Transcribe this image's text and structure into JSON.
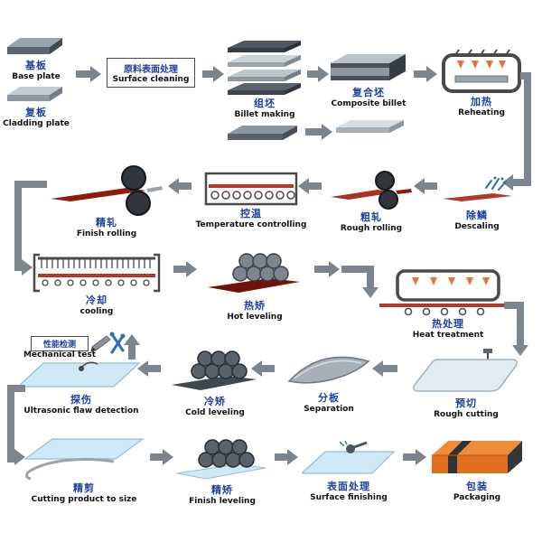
{
  "labels": {
    "base_plate": {
      "zh": "基板",
      "en": "Base plate"
    },
    "cladding_plate": {
      "zh": "复板",
      "en": "Cladding plate"
    },
    "surface_cleaning": {
      "zh": "原料表面处理",
      "en": "Surface cleaning"
    },
    "billet_making": {
      "zh": "组坯",
      "en": "Billet making"
    },
    "composite_billet": {
      "zh": "复合坯",
      "en": "Composite billet"
    },
    "reheating": {
      "zh": "加热",
      "en": "Reheating"
    },
    "descaling": {
      "zh": "除鳞",
      "en": "Descaling"
    },
    "rough_rolling": {
      "zh": "粗轧",
      "en": "Rough rolling"
    },
    "temperature_controlling": {
      "zh": "控温",
      "en": "Temperature controlling"
    },
    "finish_rolling": {
      "zh": "精轧",
      "en": "Finish rolling"
    },
    "cooling": {
      "zh": "冷却",
      "en": "cooling"
    },
    "hot_leveling": {
      "zh": "热矫",
      "en": "Hot leveling"
    },
    "heat_treatment": {
      "zh": "热处理",
      "en": "Heat treatment"
    },
    "mechanical_test": {
      "zh": "性能检测",
      "en": "Mechanical test"
    },
    "ultrasonic_flaw_detection": {
      "zh": "探伤",
      "en": "Ultrasonic flaw detection"
    },
    "cold_leveling": {
      "zh": "冷矫",
      "en": "Cold leveling"
    },
    "separation": {
      "zh": "分板",
      "en": "Separation"
    },
    "rough_cutting": {
      "zh": "预切",
      "en": "Rough cutting"
    },
    "cutting_product_to_size": {
      "zh": "精剪",
      "en": "Cutting product to size"
    },
    "finish_leveling": {
      "zh": "精矫",
      "en": "Finish leveling"
    },
    "surface_finishing": {
      "zh": "表面处理",
      "en": "Surface finishing"
    },
    "packaging": {
      "zh": "包装",
      "en": "Packaging"
    }
  },
  "process_sequence": [
    "base_plate",
    "cladding_plate",
    "surface_cleaning",
    "billet_making",
    "composite_billet",
    "reheating",
    "descaling",
    "rough_rolling",
    "temperature_controlling",
    "finish_rolling",
    "cooling",
    "hot_leveling",
    "heat_treatment",
    "rough_cutting",
    "separation",
    "cold_leveling",
    "ultrasonic_flaw_detection",
    "mechanical_test",
    "cutting_product_to_size",
    "finish_leveling",
    "surface_finishing",
    "packaging"
  ],
  "colors": {
    "hot_plate_red": "#8e1b10",
    "warm_plate_red": "#b03a2e",
    "cold_plate_blue": "#cfe9f7",
    "steel_gray": "#8d97a0",
    "package_orange": "#ef8c3a",
    "label_blue": "#1d3f9e",
    "label_black": "#101010",
    "arrow_gray": "#7c858d",
    "flame_orange": "#e8743b"
  }
}
